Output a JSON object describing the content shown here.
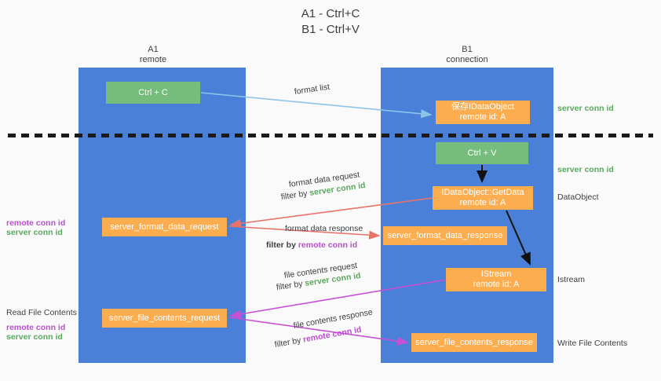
{
  "title": {
    "line1": "A1 - Ctrl+C",
    "line2": "B1 - Ctrl+V"
  },
  "columns": [
    {
      "name": "A1",
      "sub": "remote"
    },
    {
      "name": "B1",
      "sub": "connection"
    }
  ],
  "boxes": {
    "ctrl_c": "Ctrl + C",
    "idataobject_line1": "保存IDataObject",
    "idataobject_line2": "remote id: A",
    "ctrl_v": "Ctrl + V",
    "getdata_line1": "IDataObject::GetData",
    "getdata_line2": "remote id: A",
    "server_format_data_request": "server_format_data_request",
    "server_format_data_response": "server_format_data_response",
    "istream_line1": "IStream",
    "istream_line2": "remote id: A",
    "server_file_contents_request": "server_file_contents_request",
    "server_file_contents_response": "server_file_contents_response"
  },
  "middle_labels": {
    "format_list": "format list",
    "format_data_request": "format data request",
    "filter_prefix": "filter by ",
    "server_conn_id": "server conn id",
    "remote_conn_id": "remote conn id",
    "format_data_response": "format data response",
    "file_contents_request": "file contents request",
    "file_contents_response": "file contents response"
  },
  "right_labels": {
    "server_conn_id_top": "server conn id",
    "server_conn_id_mid": "server conn id",
    "dataobject": "DataObject",
    "istream": "Istream",
    "write_file_contents": "Write File Contents"
  },
  "left_labels": {
    "remote_conn_id_1": "remote conn id",
    "server_conn_id_1": "server conn id",
    "read_file_contents": "Read File Contents",
    "remote_conn_id_2": "remote conn id",
    "server_conn_id_2": "server conn id"
  },
  "colors": {
    "lane": "#4a80d8",
    "green_box": "#76bd7d",
    "orange_box": "#fcad4f",
    "green_text": "#5aa85f",
    "purple_text": "#b94fd0",
    "arrow_blue": "#8fc4ea",
    "arrow_red": "#e8736a",
    "arrow_magenta": "#c94fd4",
    "arrow_black": "#111111",
    "background": "#fafafa"
  }
}
